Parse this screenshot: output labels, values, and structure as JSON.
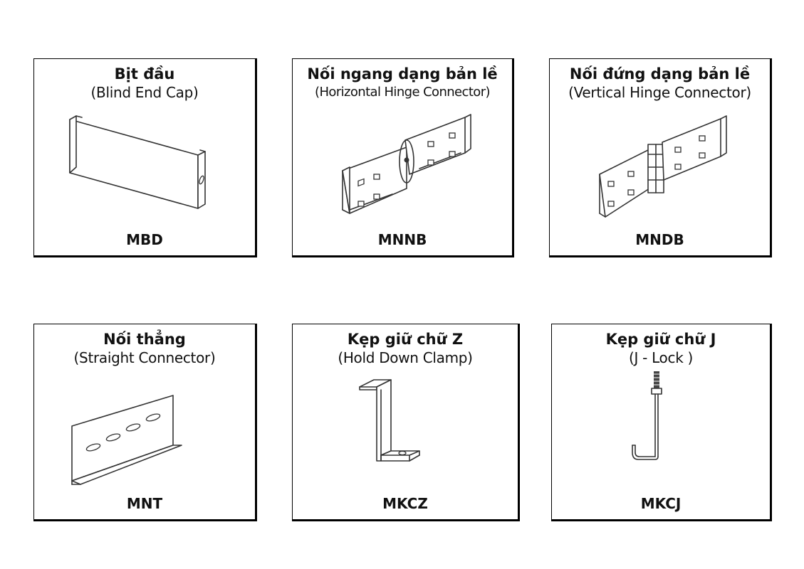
{
  "items": [
    {
      "title": "Bịt đầu",
      "subtitle": "(Blind End Cap)",
      "code": "MBD",
      "icon": "blind-end-cap-icon"
    },
    {
      "title": "Nối ngang dạng bản lề",
      "subtitle": "(Horizontal Hinge Connector)",
      "code": "MNNB",
      "icon": "horizontal-hinge-connector-icon"
    },
    {
      "title": "Nối đứng dạng bản lề",
      "subtitle": "(Vertical Hinge Connector)",
      "code": "MNDB",
      "icon": "vertical-hinge-connector-icon"
    },
    {
      "title": "Nối thẳng",
      "subtitle": "(Straight Connector)",
      "code": "MNT",
      "icon": "straight-connector-icon"
    },
    {
      "title": "Kẹp giữ chữ Z",
      "subtitle": "(Hold Down Clamp)",
      "code": "MKCZ",
      "icon": "hold-down-clamp-icon"
    },
    {
      "title": "Kẹp giữ chữ J",
      "subtitle": "(J - Lock )",
      "code": "MKCJ",
      "icon": "j-lock-icon"
    }
  ]
}
